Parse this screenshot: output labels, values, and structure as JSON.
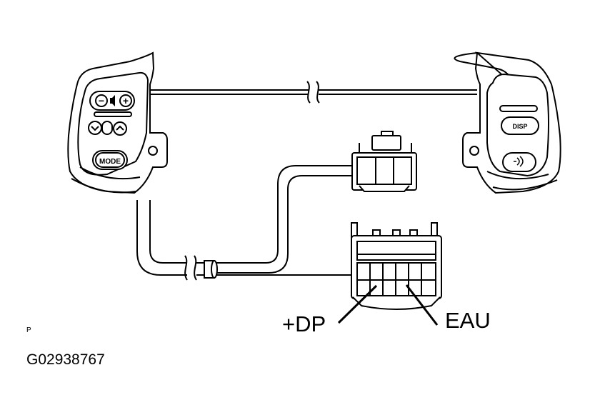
{
  "labels": {
    "pin_left": "+DP",
    "pin_right": "EAU",
    "corner_mark": "P",
    "figure_id": "G02938767"
  },
  "switch_left": {
    "mode_button": "MODE",
    "volume_minus": "−",
    "volume_plus": "+"
  },
  "switch_right": {
    "disp_button": "DISP"
  },
  "colors": {
    "ink": "#000000",
    "body_gray": "#d9d9d9",
    "background": "#ffffff"
  }
}
